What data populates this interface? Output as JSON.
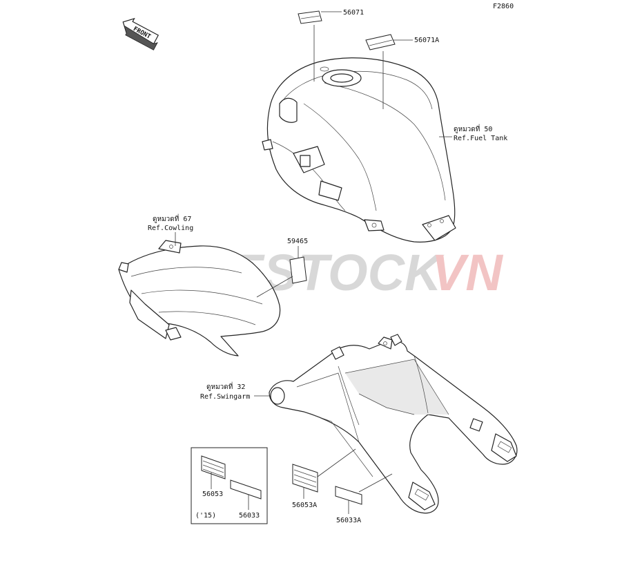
{
  "figure_code": "F2860",
  "front_arrow_label": "FRONT",
  "watermark": {
    "part1": "BIKESTOCK",
    "part2": "VN",
    "color1": "#d8d8d8",
    "color2": "#f2c4c4"
  },
  "callouts": {
    "fuel_tank_ref": {
      "line1": "ดูหมวดที่ 50",
      "line2": "Ref.Fuel Tank"
    },
    "cowling_ref": {
      "line1": "ดูหมวดที่ 67",
      "line2": "Ref.Cowling"
    },
    "swingarm_ref": {
      "line1": "ดูหมวดที่ 32",
      "line2": "Ref.Swingarm"
    }
  },
  "parts": {
    "p56071": "56071",
    "p56071A": "56071A",
    "p59465": "59465",
    "p56053": "56053",
    "p56033": "56033",
    "p56053A": "56053A",
    "p56033A": "56033A"
  },
  "boxed_group_note": "('15)"
}
